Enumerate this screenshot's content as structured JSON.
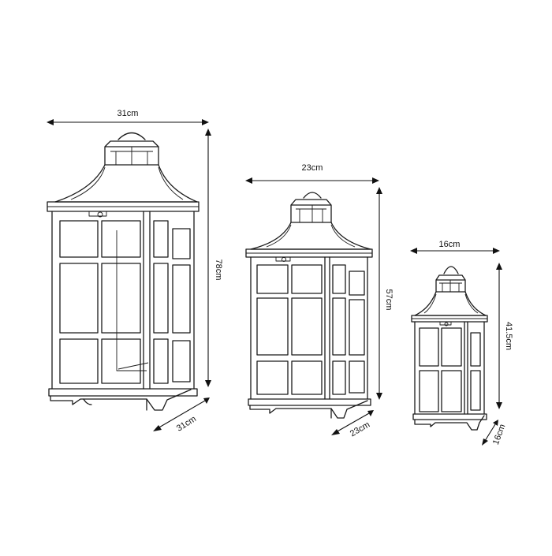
{
  "lanterns": {
    "large": {
      "width": "31cm",
      "height": "78cm",
      "depth": "31cm"
    },
    "medium": {
      "width": "23cm",
      "height": "57cm",
      "depth": "23cm"
    },
    "small": {
      "width": "16cm",
      "height": "41.5cm",
      "depth": "16cm"
    }
  }
}
